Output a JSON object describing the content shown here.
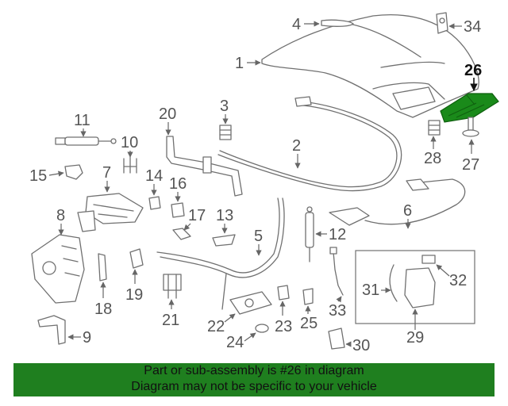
{
  "highlighted_part": "26",
  "highlight_color": "#1a8a1a",
  "banner_color": "#1f7f1f",
  "callouts": {
    "c1": "1",
    "c2": "2",
    "c3": "3",
    "c4": "4",
    "c5": "5",
    "c6": "6",
    "c7": "7",
    "c8": "8",
    "c9": "9",
    "c10": "10",
    "c11": "11",
    "c12": "12",
    "c13": "13",
    "c14": "14",
    "c15": "15",
    "c16": "16",
    "c17": "17",
    "c18": "18",
    "c19": "19",
    "c20": "20",
    "c21": "21",
    "c22": "22",
    "c23": "23",
    "c24": "24",
    "c25": "25",
    "c26": "26",
    "c27": "27",
    "c28": "28",
    "c29": "29",
    "c30": "30",
    "c31": "31",
    "c32": "32",
    "c33": "33",
    "c34": "34"
  },
  "banner": {
    "line1": "Part or sub-assembly is #26 in diagram",
    "line2": "Diagram may not be specific to your vehicle"
  }
}
